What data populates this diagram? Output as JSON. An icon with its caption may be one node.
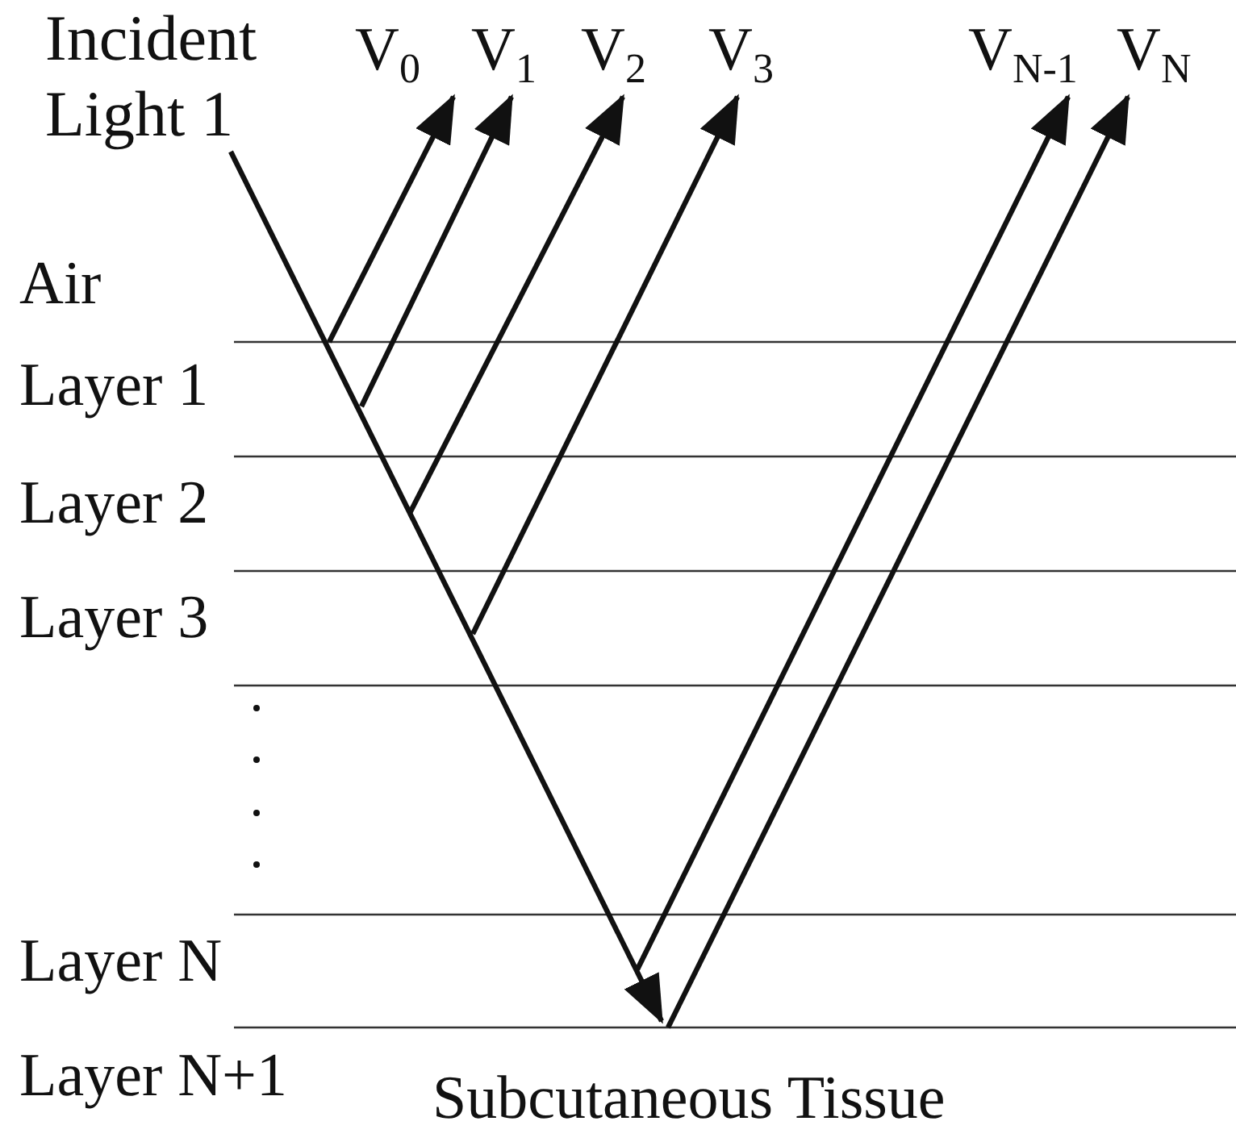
{
  "diagram": {
    "nodes": [
      {
        "text": [
          "Incident Light 1"
        ]
      },
      {
        "text": [
          "V$_{0}$"
        ]
      },
      {
        "text": [
          "V$_{1}$"
        ]
      },
      {
        "text": [
          "V$_{2}$"
        ]
      },
      {
        "text": [
          "V$_{3}$"
        ]
      },
      {
        "text": [
          "V$_{N-1}$"
        ]
      },
      {
        "text": [
          "V$_{N}$"
        ]
      }
    ],
    "edges": [
      {
        "from": 0,
        "to": null,
        "arrow": "to"
      },
      {
        "from": null,
        "to": 1,
        "arrow": "to"
      },
      {
        "from": null,
        "to": 2,
        "arrow": "to"
      },
      {
        "from": null,
        "to": 3,
        "arrow": "to"
      },
      {
        "from": null,
        "to": 4,
        "arrow": "to"
      },
      {
        "from": null,
        "to": 5,
        "arrow": "to"
      },
      {
        "from": null,
        "to": 6,
        "arrow": "to"
      }
    ],
    "labels": [
      "Air",
      "Layer 1",
      "Layer 2",
      "Layer 3",
      "Layer N",
      "Layer N+1",
      "Subcutaneous Tissue"
    ]
  }
}
